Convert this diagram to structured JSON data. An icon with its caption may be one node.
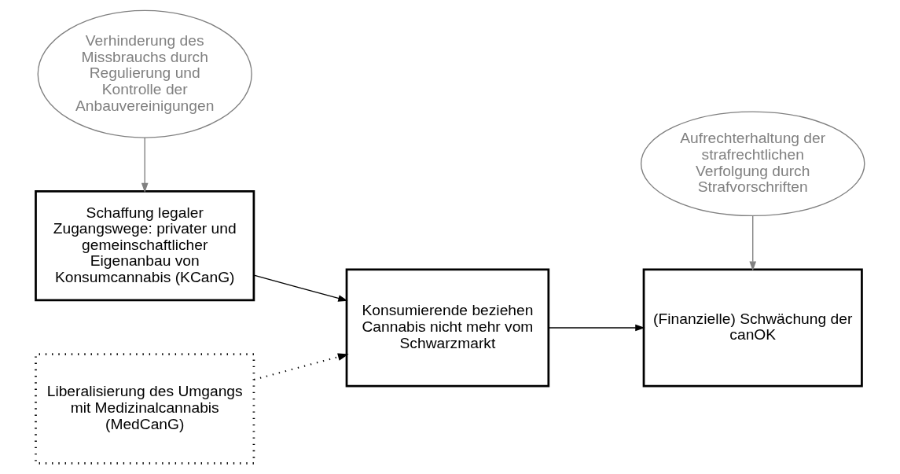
{
  "diagram": {
    "nodes": [
      {
        "text": [
          "Verhinderung des Missbrauchs durch Regulierung und Kontrolle der Anbauvereinigungen"
        ]
      },
      {
        "text": [
          "Schaffung legaler Zugangswege: privater und gemeinschaftlicher Eigenanbau von Konsumcannabis (KCanG)"
        ]
      },
      {
        "text": [
          "Liberalisierung des Umgangs mit Medizinalcannabis (MedCanG)"
        ]
      },
      {
        "text": [
          "Konsumierende beziehen Cannabis nicht mehr vom Schwarzmarkt"
        ]
      },
      {
        "text": [
          "(Finanzielle) Schwächung der canOK"
        ]
      },
      {
        "text": [
          "Aufrechterhaltung der strafrechtlichen Verfolgung durch Strafvorschriften"
        ]
      }
    ],
    "edges": [
      {
        "from": 0,
        "to": 1,
        "arrow": "to",
        "color": "#808080"
      },
      {
        "from": 1,
        "to": 3,
        "arrow": "to"
      },
      {
        "from": 2,
        "to": 3,
        "arrow": "to",
        "style": "dashed"
      },
      {
        "from": 3,
        "to": 4,
        "arrow": "to"
      },
      {
        "from": 5,
        "to": 4,
        "arrow": "to",
        "color": "#808080"
      }
    ]
  }
}
